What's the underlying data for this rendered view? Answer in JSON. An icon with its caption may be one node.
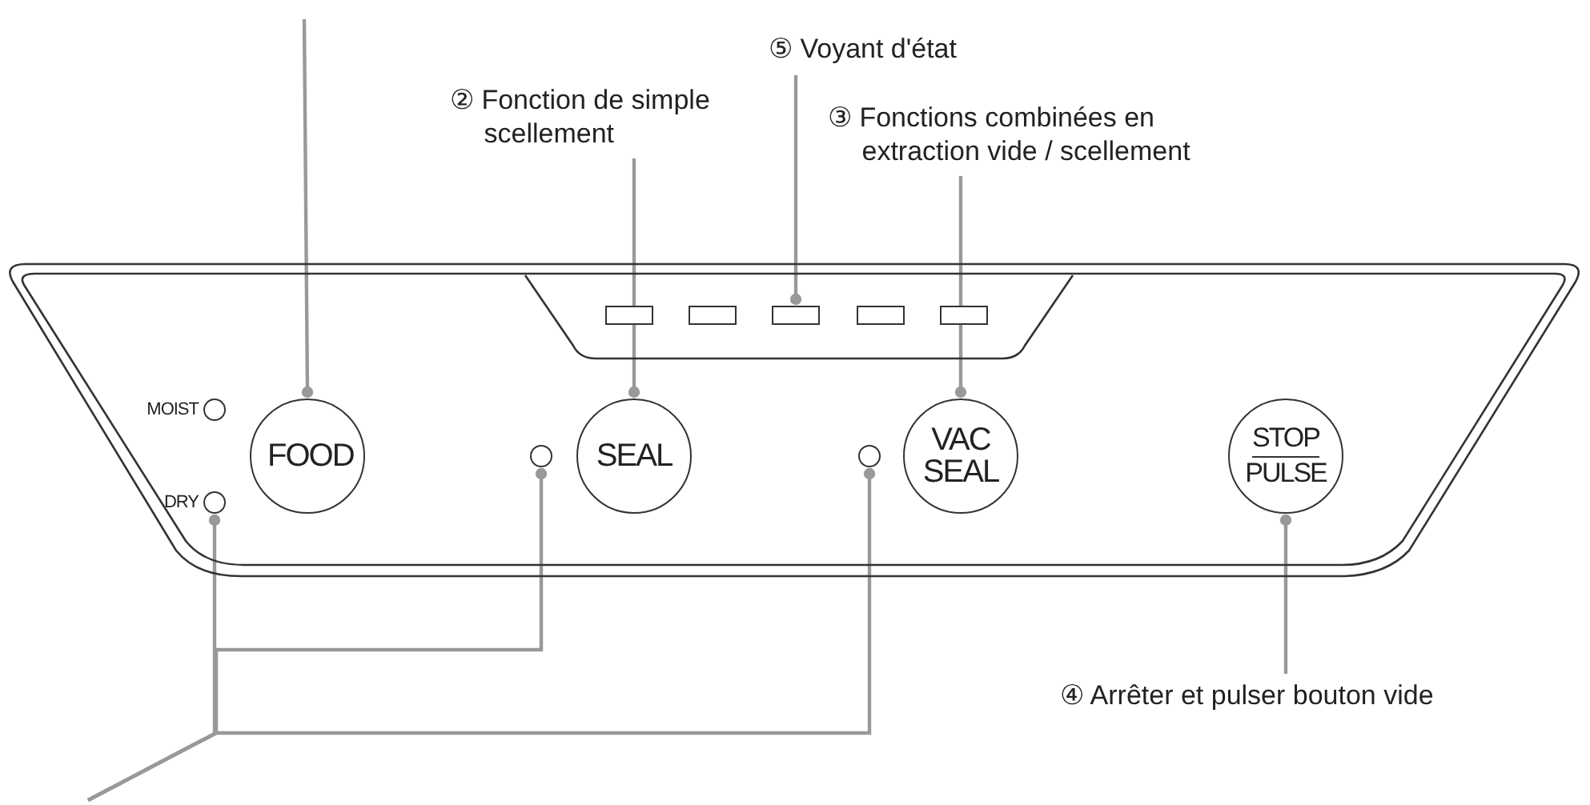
{
  "diagram": {
    "nodes": [
      {
        "text": [
          "⑤ Voyant d'état"
        ]
      },
      {
        "text": [
          "② Fonction de simple scellement"
        ]
      },
      {
        "text": [
          "③ Fonctions combinées en extraction vide / scellement"
        ]
      },
      {
        "text": [],
        "shape": "box"
      },
      {
        "text": [],
        "shape": "box",
        "in": 3
      },
      {
        "text": [],
        "shape": "box",
        "in": 4
      },
      {
        "text": [],
        "shape": "box",
        "in": 4
      },
      {
        "text": [],
        "shape": "box",
        "in": 4
      },
      {
        "text": [],
        "shape": "box",
        "in": 4
      },
      {
        "text": [],
        "shape": "box",
        "in": 4
      },
      {
        "text": [],
        "shape": "circle",
        "beside": [
          "MOIST"
        ],
        "in": 3
      },
      {
        "text": [
          "FOOD"
        ],
        "in": 3
      },
      {
        "text": [],
        "shape": "circle",
        "beside": [
          "DRY"
        ],
        "in": 3
      },
      {
        "text": [],
        "shape": "circle",
        "in": 3
      },
      {
        "text": [
          "SEAL"
        ],
        "in": 3
      },
      {
        "text": [],
        "shape": "circle",
        "in": 3
      },
      {
        "text": [
          "VAC SEAL"
        ],
        "in": 3
      },
      {
        "text": [
          "STOP",
          "PULSE"
        ],
        "in": 3
      },
      {
        "text": [
          "④ Arrêter et pulser bouton vide"
        ]
      }
    ],
    "edges": [
      {
        "from": null,
        "to": 11,
        "arrow": "other"
      },
      {
        "from": 1,
        "to": 14,
        "arrow": "other"
      },
      {
        "from": 0,
        "to": 7,
        "arrow": "other"
      },
      {
        "from": 2,
        "to": 16,
        "arrow": "other"
      },
      {
        "from": 18,
        "to": 17,
        "arrow": "other"
      },
      {
        "from": null,
        "to": 12,
        "arrow": "other"
      },
      {
        "from": null,
        "to": 13,
        "arrow": "other"
      },
      {
        "from": null,
        "to": 15,
        "arrow": "other"
      }
    ]
  }
}
